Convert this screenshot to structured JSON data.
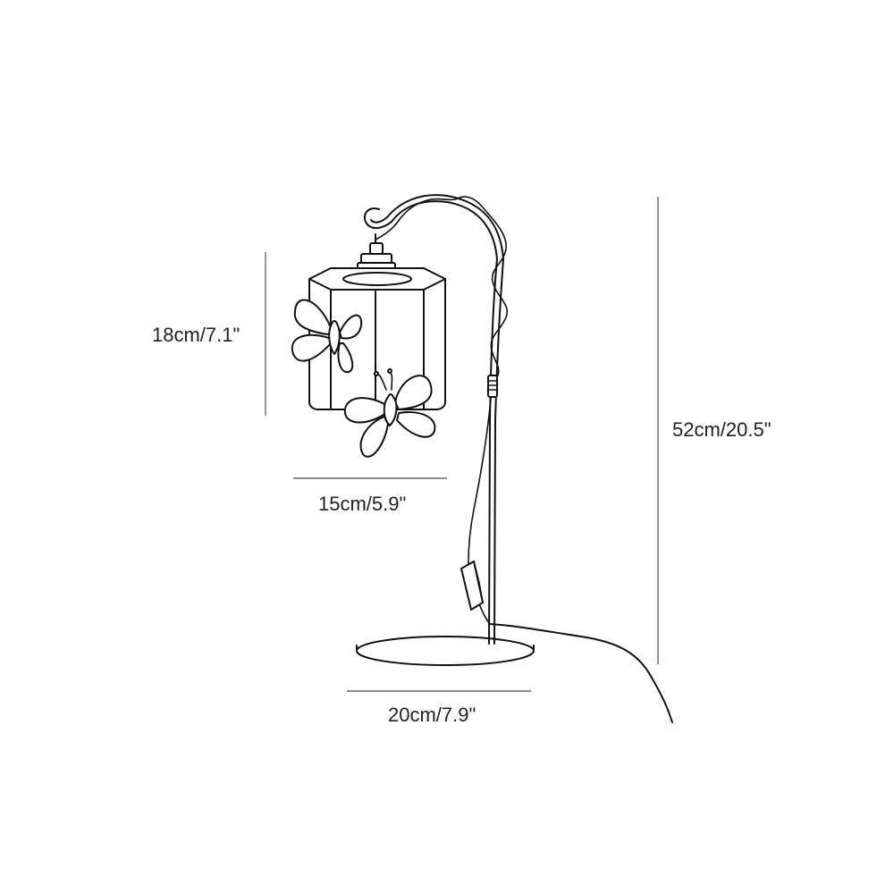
{
  "dimensions": {
    "shade_height": "18cm/7.1\"",
    "shade_width": "15cm/5.9\"",
    "total_height": "52cm/20.5\"",
    "base_width": "20cm/7.9\""
  },
  "colors": {
    "line": "#111111",
    "dimension_line": "#666666",
    "text": "#222222",
    "background": "#ffffff"
  }
}
